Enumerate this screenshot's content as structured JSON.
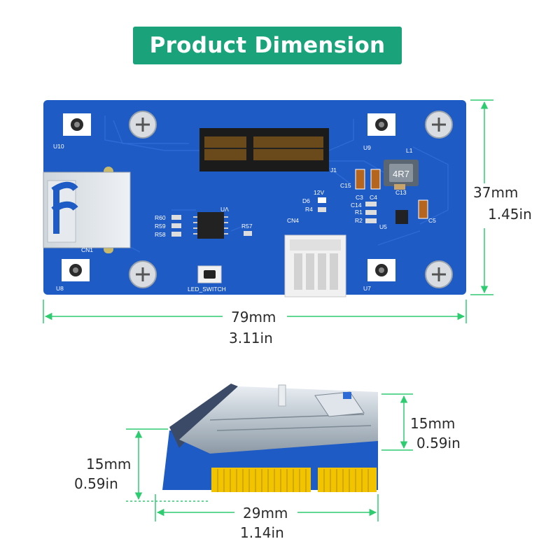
{
  "banner": {
    "title": "Product Dimension"
  },
  "board_labels": {
    "u10": "U10",
    "u9": "U9",
    "u8": "U8",
    "u7": "U7",
    "l1": "L1",
    "j1": "J1",
    "inductor": "4R7",
    "c15": "C15",
    "c3": "C3",
    "c4": "C4",
    "c13": "C13",
    "c14": "C14",
    "c5": "C5",
    "twelve_v": "12V",
    "d6": "D6",
    "r4": "R4",
    "r1": "R1",
    "r2": "R2",
    "u5": "U5",
    "cn4": "CN4",
    "r60": "R60",
    "r59": "R59",
    "r58": "R58",
    "r57": "R57",
    "ua": "UɅ",
    "cn1": "CN1",
    "led_switch": "LED_SWITCH"
  },
  "dimensions": {
    "top_height_mm": "37mm",
    "top_height_in": "1.45in",
    "top_width_mm": "79mm",
    "top_width_in": "3.11in",
    "side_upper_mm": "15mm",
    "side_upper_in": "0.59in",
    "side_left_mm": "15mm",
    "side_left_in": "0.59in",
    "side_width_mm": "29mm",
    "side_width_in": "1.14in"
  },
  "colors": {
    "banner": "#1aa37a",
    "pcb": "#1f5bc4",
    "gold": "#f2c400",
    "dimension_line": "#2ecc71"
  }
}
